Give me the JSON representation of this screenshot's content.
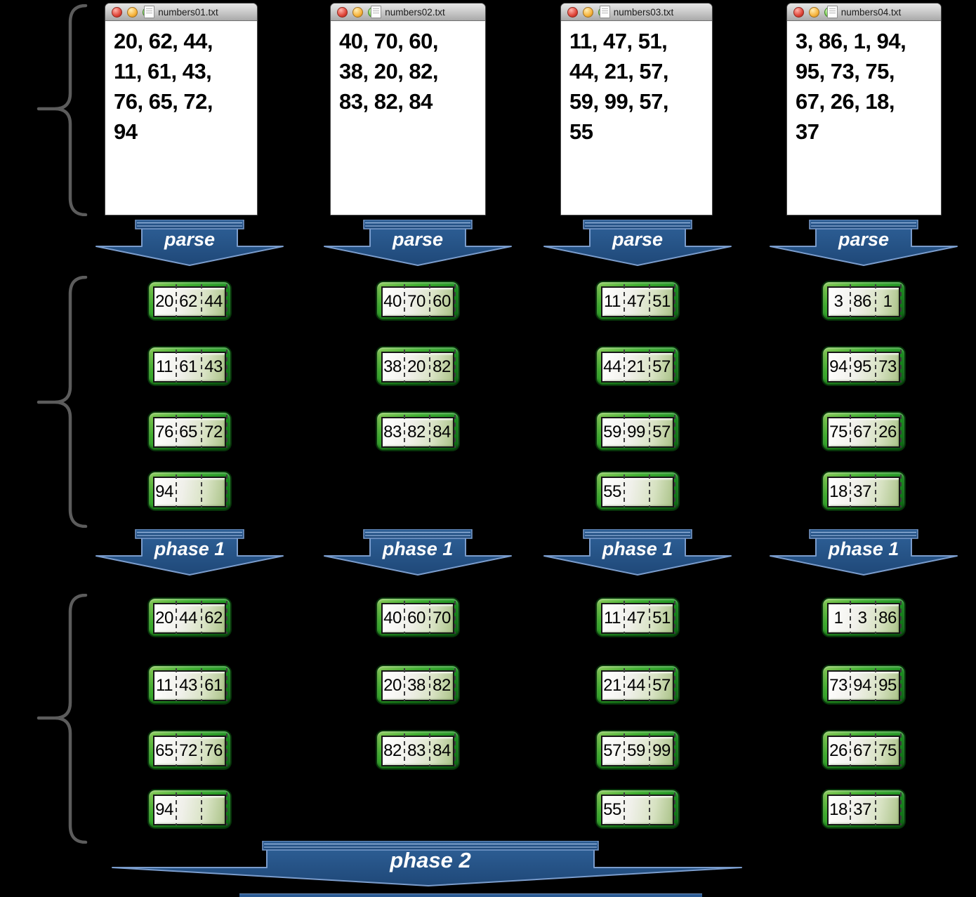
{
  "canvas": {
    "background": "#000000"
  },
  "labels": {
    "parse": "parse",
    "phase1": "phase 1",
    "phase2": "phase 2"
  },
  "colors": {
    "arrow_fill_top": "#2e6097",
    "arrow_fill_bottom": "#1f4878",
    "arrow_stroke": "#7a9ccc",
    "chunk_green": "#1d9121",
    "chunk_border": "#07330a",
    "cell_bg": "#f0f0ea",
    "brace": "#5c5c5c",
    "window_titlebar": "#cdcdcd"
  },
  "icons": {
    "window_buttons": [
      "close-button",
      "minimize-button",
      "zoom-button"
    ],
    "title_icon": "document-icon"
  },
  "columns": [
    {
      "window_title": "numbers01.txt",
      "file_contents": "20, 62, 44,\n11, 61, 43,\n76, 65, 72,\n94",
      "parsed": [
        [
          "20",
          "62",
          "44"
        ],
        [
          "11",
          "61",
          "43"
        ],
        [
          "76",
          "65",
          "72"
        ],
        [
          "94",
          "",
          ""
        ]
      ],
      "sorted": [
        [
          "20",
          "44",
          "62"
        ],
        [
          "11",
          "43",
          "61"
        ],
        [
          "65",
          "72",
          "76"
        ],
        [
          "94",
          "",
          ""
        ]
      ]
    },
    {
      "window_title": "numbers02.txt",
      "file_contents": "40, 70, 60,\n38, 20, 82,\n83, 82, 84",
      "parsed": [
        [
          "40",
          "70",
          "60"
        ],
        [
          "38",
          "20",
          "82"
        ],
        [
          "83",
          "82",
          "84"
        ]
      ],
      "sorted": [
        [
          "40",
          "60",
          "70"
        ],
        [
          "20",
          "38",
          "82"
        ],
        [
          "82",
          "83",
          "84"
        ]
      ]
    },
    {
      "window_title": "numbers03.txt",
      "file_contents": "11, 47, 51,\n44, 21, 57,\n59, 99, 57,\n55",
      "parsed": [
        [
          "11",
          "47",
          "51"
        ],
        [
          "44",
          "21",
          "57"
        ],
        [
          "59",
          "99",
          "57"
        ],
        [
          "55",
          "",
          ""
        ]
      ],
      "sorted": [
        [
          "11",
          "47",
          "51"
        ],
        [
          "21",
          "44",
          "57"
        ],
        [
          "57",
          "59",
          "99"
        ],
        [
          "55",
          "",
          ""
        ]
      ]
    },
    {
      "window_title": "numbers04.txt",
      "file_contents": "3, 86, 1, 94,\n95, 73, 75,\n67, 26, 18,\n37",
      "parsed": [
        [
          "3",
          "86",
          "1"
        ],
        [
          "94",
          "95",
          "73"
        ],
        [
          "75",
          "67",
          "26"
        ],
        [
          "18",
          "37",
          ""
        ]
      ],
      "sorted": [
        [
          "1",
          "3",
          "86"
        ],
        [
          "73",
          "94",
          "95"
        ],
        [
          "26",
          "67",
          "75"
        ],
        [
          "18",
          "37",
          ""
        ]
      ]
    }
  ]
}
